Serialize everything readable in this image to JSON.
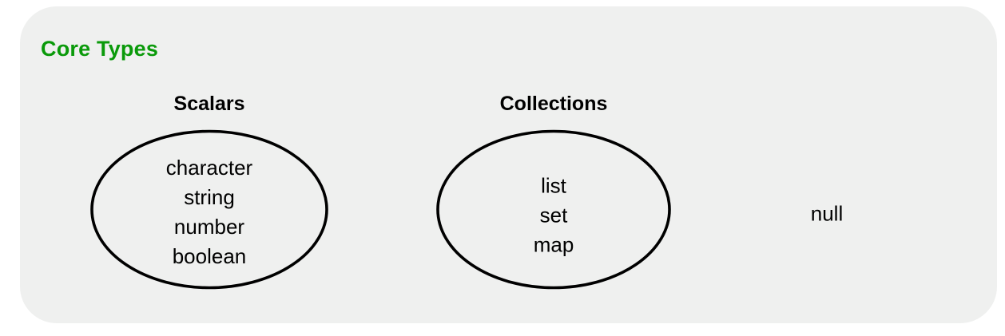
{
  "diagram": {
    "group_title": "Core Types",
    "panel_color": "#eff0ef",
    "title_color": "#0a9a0a",
    "stroke_color": "#000000",
    "clusters": [
      {
        "heading": "Scalars",
        "members": [
          "character",
          "string",
          "number",
          "boolean"
        ],
        "shape": "ellipse"
      },
      {
        "heading": "Collections",
        "members": [
          "list",
          "set",
          "map"
        ],
        "shape": "ellipse"
      }
    ],
    "standalone": {
      "label": "null"
    }
  }
}
